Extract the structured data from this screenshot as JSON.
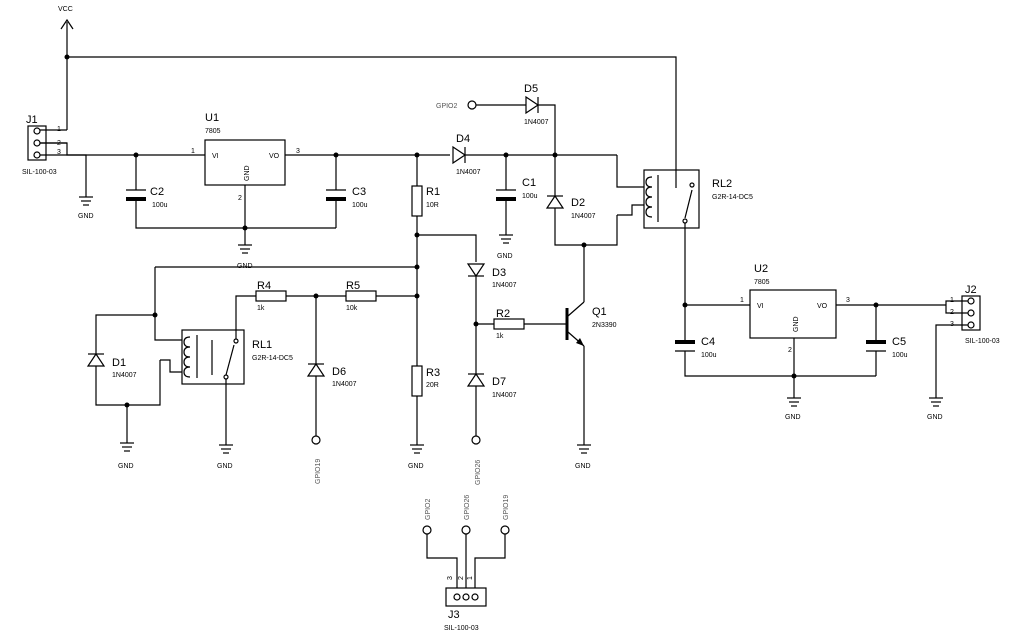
{
  "labels": {
    "vcc": "VCC",
    "gnd": "GND",
    "j1": {
      "ref": "J1",
      "value": "SIL-100-03",
      "p1": "1",
      "p2": "2",
      "p3": "3"
    },
    "j2": {
      "ref": "J2",
      "value": "SIL-100-03",
      "p1": "1",
      "p2": "2",
      "p3": "3"
    },
    "j3": {
      "ref": "J3",
      "value": "SIL-100-03",
      "p1": "1",
      "p2": "2",
      "p3": "3"
    },
    "u1": {
      "ref": "U1",
      "value": "7805",
      "vi": "VI",
      "vo": "VO",
      "gnd": "GND",
      "p1": "1",
      "p2": "2",
      "p3": "3"
    },
    "u2": {
      "ref": "U2",
      "value": "7805",
      "vi": "VI",
      "vo": "VO",
      "gnd": "GND",
      "p1": "1",
      "p2": "2",
      "p3": "3"
    },
    "c1": {
      "ref": "C1",
      "value": "100u"
    },
    "c2": {
      "ref": "C2",
      "value": "100u"
    },
    "c3": {
      "ref": "C3",
      "value": "100u"
    },
    "c4": {
      "ref": "C4",
      "value": "100u"
    },
    "c5": {
      "ref": "C5",
      "value": "100u"
    },
    "r1": {
      "ref": "R1",
      "value": "10R"
    },
    "r2": {
      "ref": "R2",
      "value": "1k"
    },
    "r3": {
      "ref": "R3",
      "value": "20R"
    },
    "r4": {
      "ref": "R4",
      "value": "1k"
    },
    "r5": {
      "ref": "R5",
      "value": "10k"
    },
    "d1": {
      "ref": "D1",
      "value": "1N4007"
    },
    "d2": {
      "ref": "D2",
      "value": "1N4007"
    },
    "d3": {
      "ref": "D3",
      "value": "1N4007"
    },
    "d4": {
      "ref": "D4",
      "value": "1N4007"
    },
    "d5": {
      "ref": "D5",
      "value": "1N4007"
    },
    "d6": {
      "ref": "D6",
      "value": "1N4007"
    },
    "d7": {
      "ref": "D7",
      "value": "1N4007"
    },
    "q1": {
      "ref": "Q1",
      "value": "2N3390"
    },
    "rl1": {
      "ref": "RL1",
      "value": "G2R-14-DC5"
    },
    "rl2": {
      "ref": "RL2",
      "value": "G2R-14-DC5"
    },
    "gpio2": "GPIO2",
    "gpio26": "GPIO26",
    "gpio19": "GPIO19"
  }
}
